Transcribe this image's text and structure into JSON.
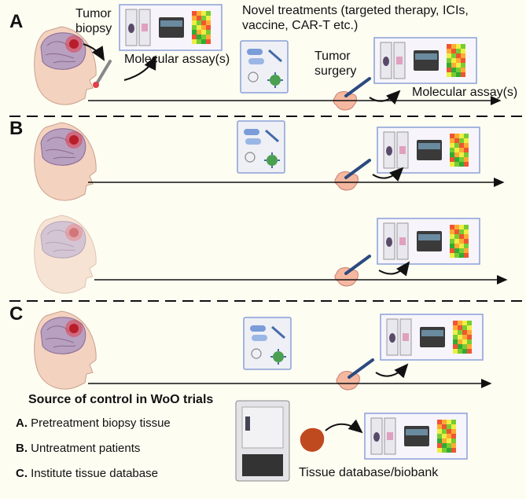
{
  "panels": {
    "a": {
      "letter": "A",
      "biopsy_label": "Tumor\nbiopsy",
      "assay_label_1": "Molecular assay(s)",
      "treatment_label": "Novel treatments (targeted therapy, ICIs, vaccine, CAR-T etc.)",
      "surgery_label": "Tumor\nsurgery",
      "assay_label_2": "Molecular assay(s)"
    },
    "b": {
      "letter": "B"
    },
    "c": {
      "letter": "C"
    }
  },
  "legend": {
    "title": "Source of control in WoO trials",
    "items": [
      {
        "key": "A.",
        "text": "Pretreatment biopsy tissue"
      },
      {
        "key": "B.",
        "text": "Untreatment patients"
      },
      {
        "key": "C.",
        "text": "Institute tissue database"
      }
    ]
  },
  "biobank_label": "Tissue database/biobank",
  "colors": {
    "accent_red": "#e0404a",
    "box_border": "#8aa0d8",
    "box_fill": "#f7f5fb",
    "tissue": "#f4b8a0"
  }
}
